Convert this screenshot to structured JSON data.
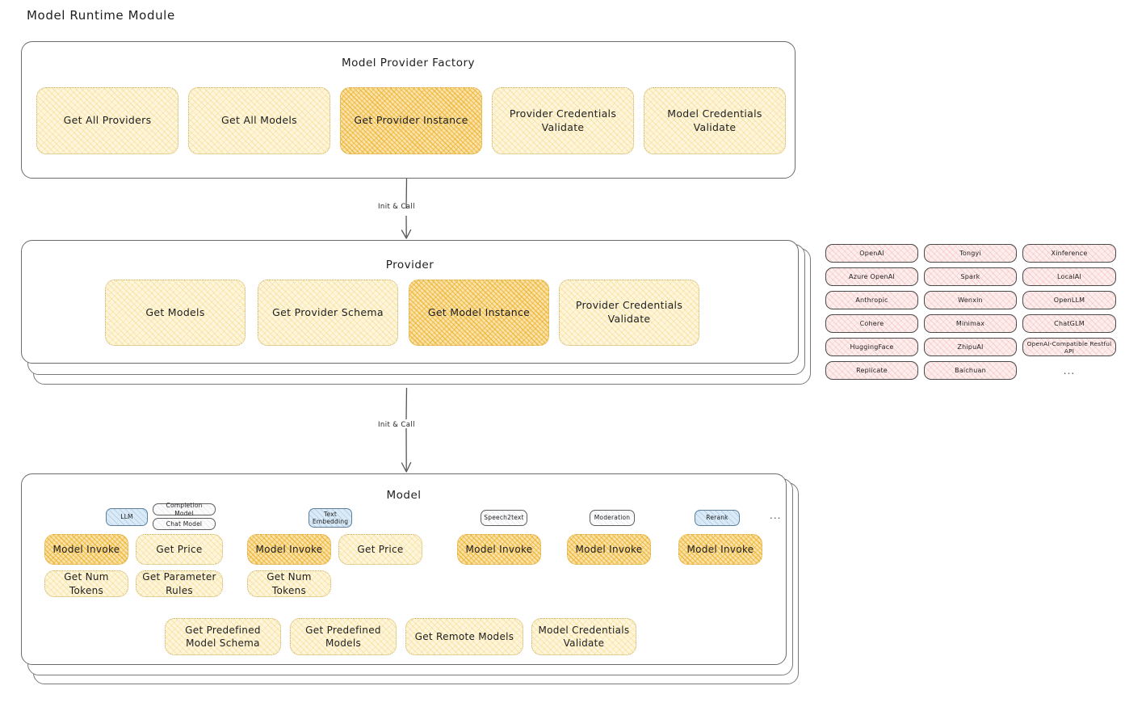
{
  "page": {
    "title": "Model Runtime Module"
  },
  "arrows": [
    {
      "label": "Init & Call"
    },
    {
      "label": "Init & Call"
    }
  ],
  "factory": {
    "title": "Model Provider Factory",
    "items": [
      {
        "label": "Get All Providers",
        "highlight": false
      },
      {
        "label": "Get All Models",
        "highlight": false
      },
      {
        "label": "Get Provider Instance",
        "highlight": true
      },
      {
        "label": "Provider Credentials Validate",
        "highlight": false
      },
      {
        "label": "Model Credentials Validate",
        "highlight": false
      }
    ]
  },
  "provider": {
    "title": "Provider",
    "items": [
      {
        "label": "Get Models",
        "highlight": false
      },
      {
        "label": "Get Provider Schema",
        "highlight": false
      },
      {
        "label": "Get Model Instance",
        "highlight": true
      },
      {
        "label": "Provider Credentials Validate",
        "highlight": false
      }
    ]
  },
  "provider_list": {
    "columns": [
      {
        "items": [
          "OpenAI",
          "Azure OpenAI",
          "Anthropic",
          "Cohere",
          "HuggingFace",
          "Replicate"
        ]
      },
      {
        "items": [
          "Tongyi",
          "Spark",
          "Wenxin",
          "Minimax",
          "ZhipuAI",
          "Baichuan"
        ]
      },
      {
        "items": [
          "Xinference",
          "LocalAI",
          "OpenLLM",
          "ChatGLM",
          "OpenAI-Compatible Restful API",
          "..."
        ]
      }
    ]
  },
  "model": {
    "title": "Model",
    "more_mark": "...",
    "types": [
      {
        "tag": "LLM",
        "tag_style": "blue",
        "subtags": [
          "Completion Model",
          "Chat Model"
        ],
        "methods": [
          {
            "label": "Model Invoke",
            "highlight": true
          },
          {
            "label": "Get Price",
            "highlight": false
          },
          {
            "label": "Get Num Tokens",
            "highlight": false
          },
          {
            "label": "Get Parameter Rules",
            "highlight": false
          }
        ]
      },
      {
        "tag": "Text Embedding",
        "tag_style": "blue",
        "subtags": [],
        "methods": [
          {
            "label": "Model Invoke",
            "highlight": true
          },
          {
            "label": "Get Price",
            "highlight": false
          },
          {
            "label": "Get Num Tokens",
            "highlight": false
          }
        ]
      },
      {
        "tag": "Speech2text",
        "tag_style": "plain",
        "subtags": [],
        "methods": [
          {
            "label": "Model Invoke",
            "highlight": true
          }
        ]
      },
      {
        "tag": "Moderation",
        "tag_style": "plain",
        "subtags": [],
        "methods": [
          {
            "label": "Model Invoke",
            "highlight": true
          }
        ]
      },
      {
        "tag": "Rerank",
        "tag_style": "blue",
        "subtags": [],
        "methods": [
          {
            "label": "Model Invoke",
            "highlight": true
          }
        ]
      }
    ],
    "common_methods": [
      {
        "label": "Get Predefined Model Schema"
      },
      {
        "label": "Get Predefined Models"
      },
      {
        "label": "Get Remote Models"
      },
      {
        "label": "Model Credentials Validate"
      }
    ]
  },
  "colors": {
    "fill_light_yellow": "#fdf6dd",
    "fill_strong_yellow": "#fae2ab",
    "fill_pink": "#fdeeee",
    "fill_blue": "#dbeaf7",
    "stroke_dark": "#1e1e1e",
    "stroke_container": "#6b6b6b"
  }
}
